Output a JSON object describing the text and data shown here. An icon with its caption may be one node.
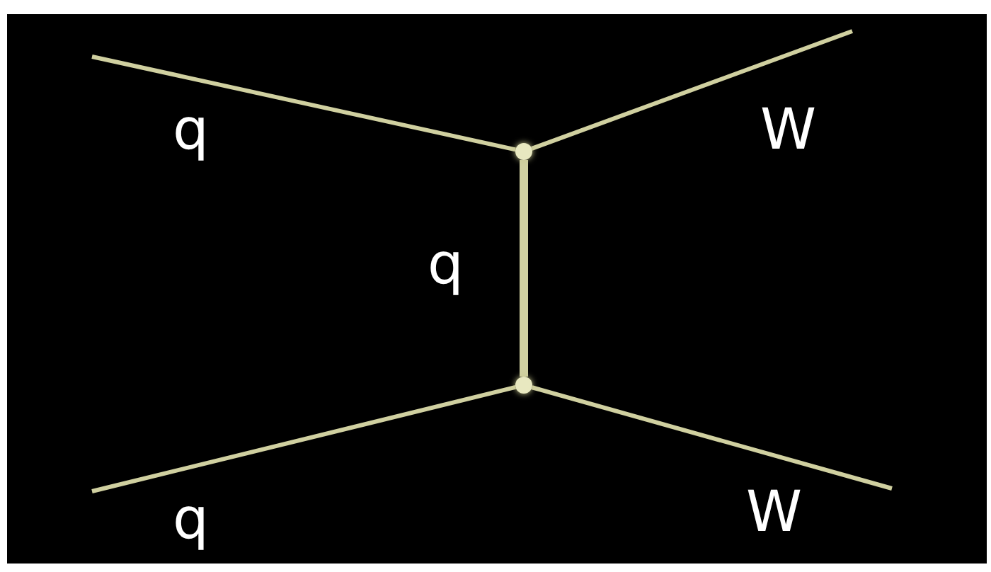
{
  "diagram": {
    "nodes": [
      {
        "text": [],
        "shape": "circle"
      },
      {
        "text": [],
        "shape": "circle"
      }
    ],
    "edges": [
      {
        "from": null,
        "to": 0,
        "arrow": "none",
        "label": "q"
      },
      {
        "from": 0,
        "to": null,
        "arrow": "none",
        "label": "W"
      },
      {
        "from": 0,
        "to": 1,
        "arrow": "none",
        "label": "q",
        "style": "thick"
      },
      {
        "from": null,
        "to": 1,
        "arrow": "none",
        "label": "q"
      },
      {
        "from": 1,
        "to": null,
        "arrow": "none",
        "label": "W"
      }
    ]
  }
}
